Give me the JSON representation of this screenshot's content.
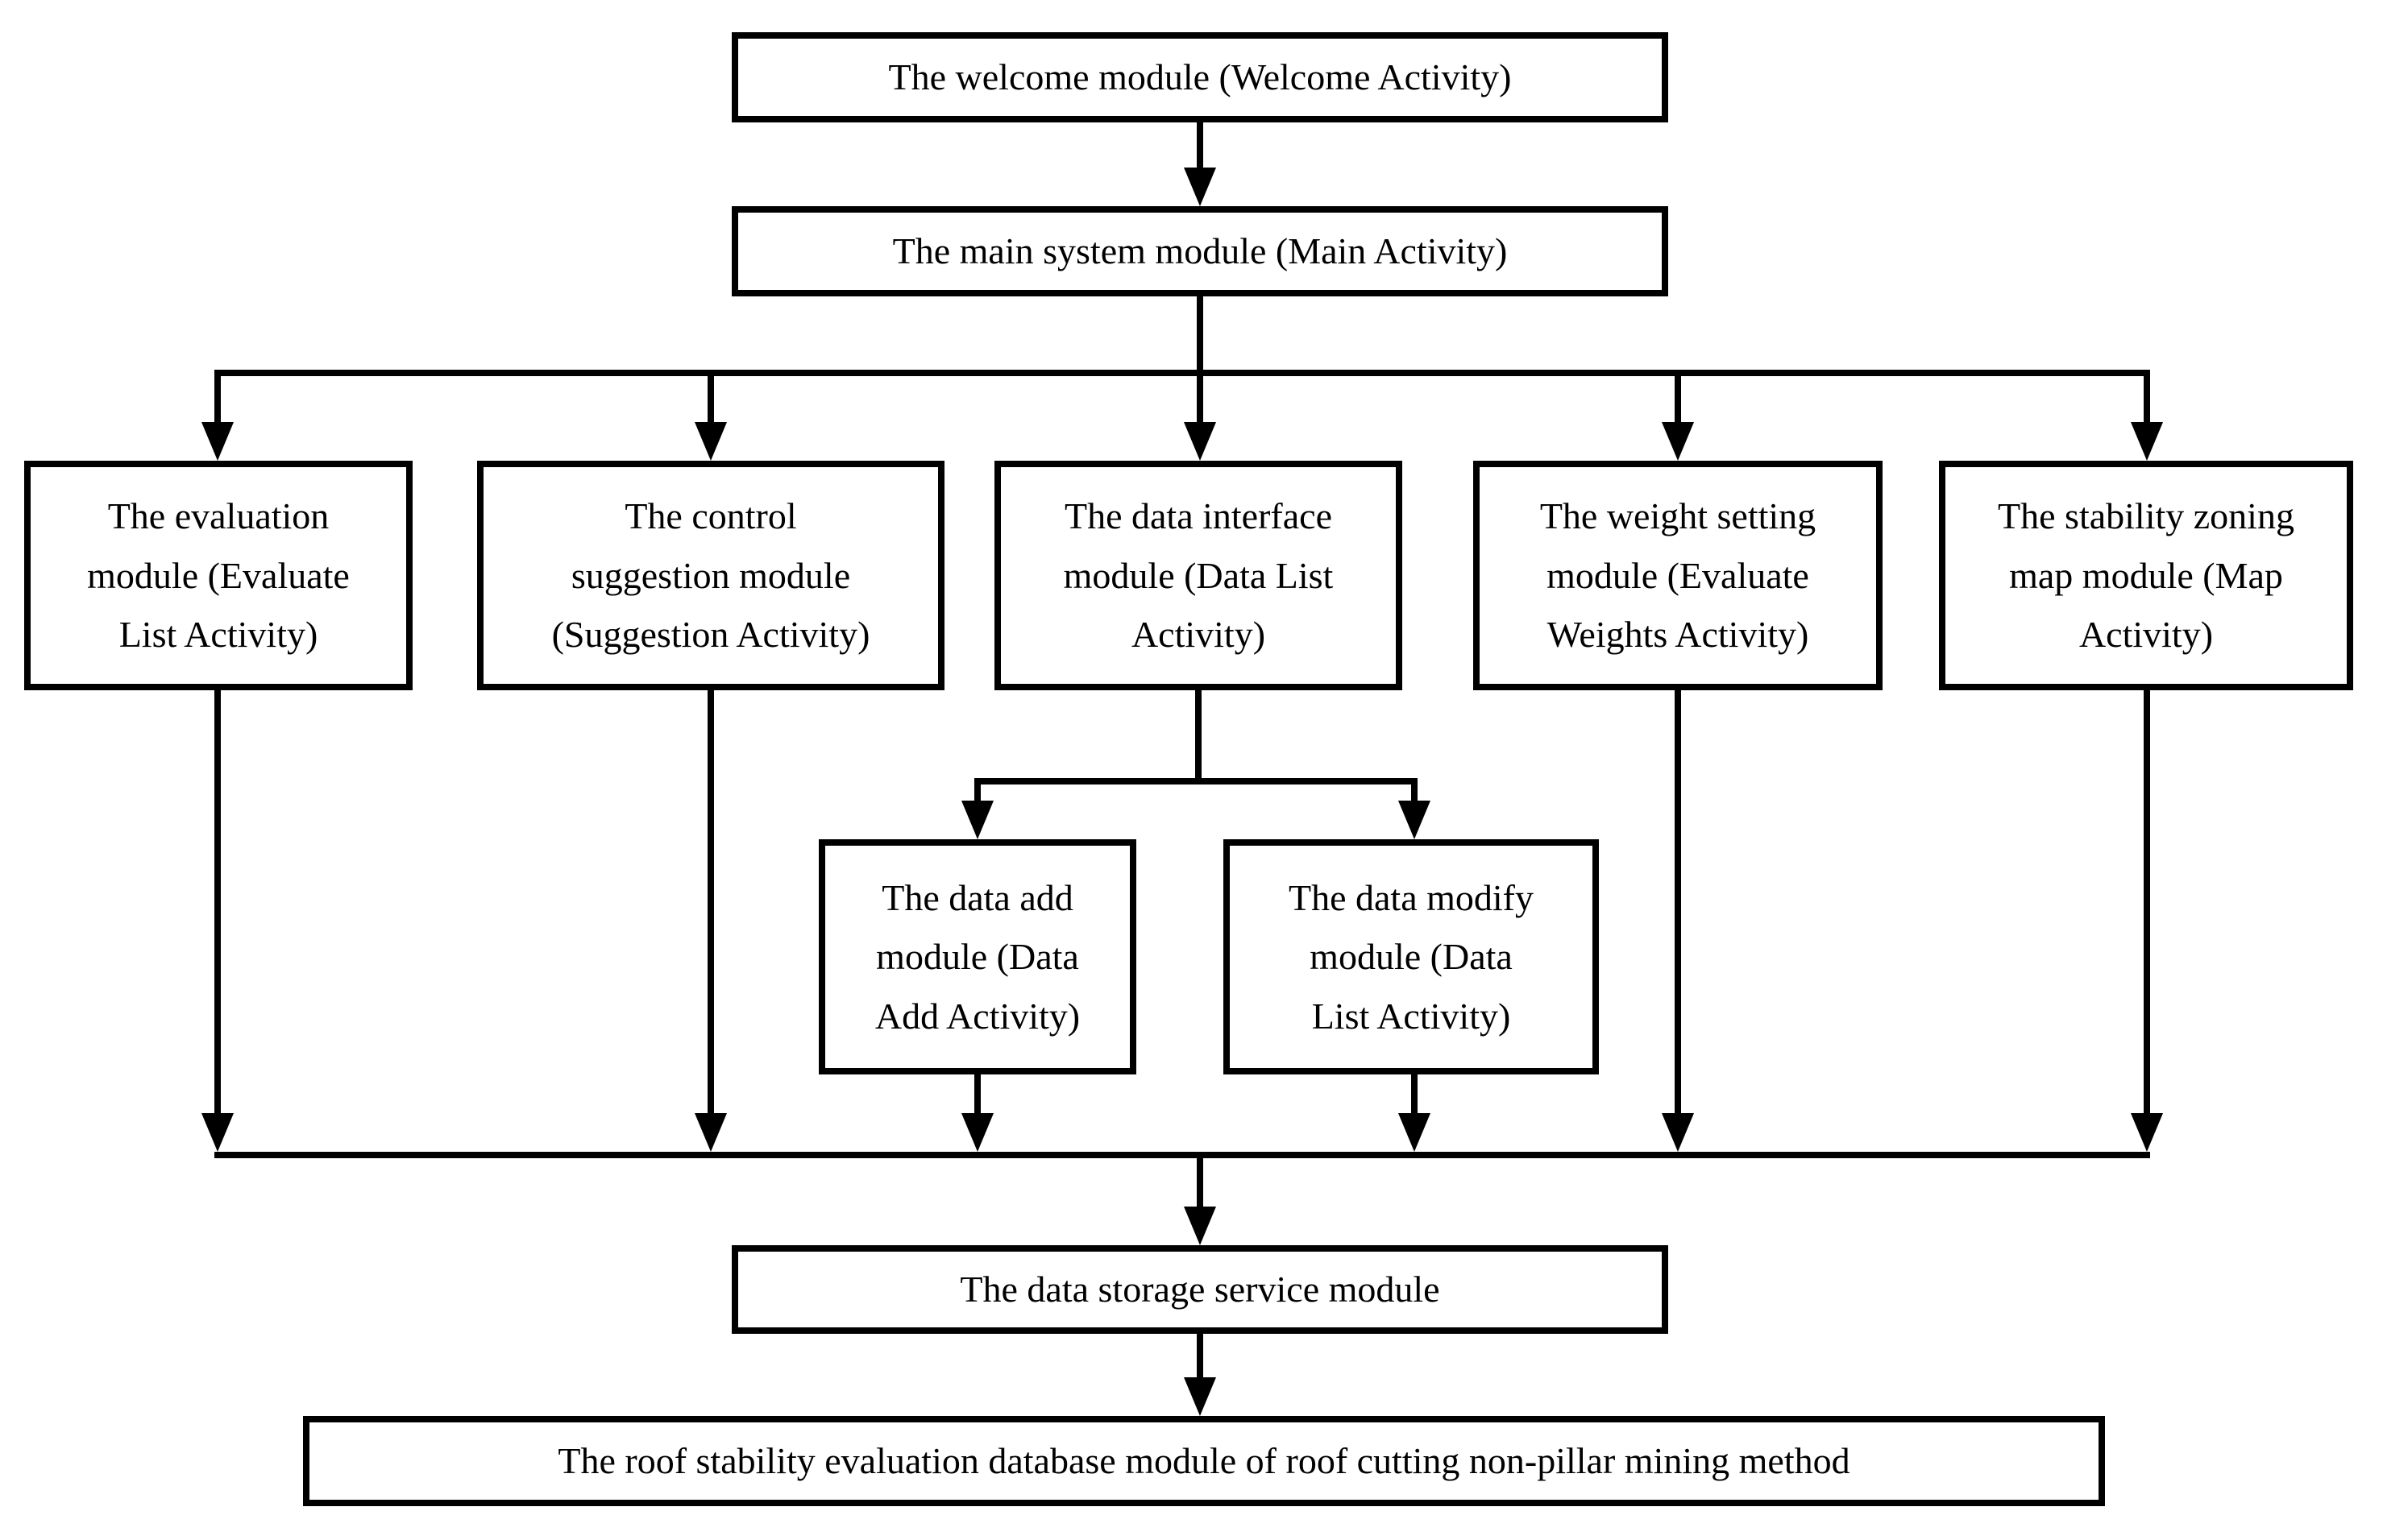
{
  "diagram": {
    "background_color": "#ffffff",
    "line_color": "#000000",
    "box_fill_color": "#ffffff",
    "nodes": {
      "welcome": {
        "label": "The welcome module (Welcome Activity)"
      },
      "main": {
        "label": "The main system module (Main Activity)"
      },
      "evaluation": {
        "label_lines": [
          "The evaluation",
          "module (Evaluate",
          "List Activity)"
        ]
      },
      "suggestion": {
        "label_lines": [
          "The control",
          "suggestion module",
          "(Suggestion Activity)"
        ]
      },
      "interface": {
        "label_lines": [
          "The data interface",
          "module (Data List",
          "Activity)"
        ]
      },
      "weight": {
        "label_lines": [
          "The weight setting",
          "module (Evaluate",
          "Weights Activity)"
        ]
      },
      "zoning": {
        "label_lines": [
          "The stability zoning",
          "map module (Map",
          "Activity)"
        ]
      },
      "data_add": {
        "label_lines": [
          "The data add",
          "module (Data",
          "Add Activity)"
        ]
      },
      "data_modify": {
        "label_lines": [
          "The data modify",
          "module (Data",
          "List Activity)"
        ]
      },
      "storage": {
        "label": "The data storage service module"
      },
      "database": {
        "label": "The roof stability evaluation database module of roof cutting non-pillar mining method"
      }
    },
    "edges": [
      {
        "from": "welcome",
        "to": "main"
      },
      {
        "from": "main",
        "to": "evaluation"
      },
      {
        "from": "main",
        "to": "suggestion"
      },
      {
        "from": "main",
        "to": "interface"
      },
      {
        "from": "main",
        "to": "weight"
      },
      {
        "from": "main",
        "to": "zoning"
      },
      {
        "from": "interface",
        "to": "data_add"
      },
      {
        "from": "interface",
        "to": "data_modify"
      },
      {
        "from": "evaluation",
        "to": "storage"
      },
      {
        "from": "suggestion",
        "to": "storage"
      },
      {
        "from": "data_add",
        "to": "storage"
      },
      {
        "from": "data_modify",
        "to": "storage"
      },
      {
        "from": "weight",
        "to": "storage"
      },
      {
        "from": "zoning",
        "to": "storage"
      },
      {
        "from": "storage",
        "to": "database"
      }
    ]
  }
}
